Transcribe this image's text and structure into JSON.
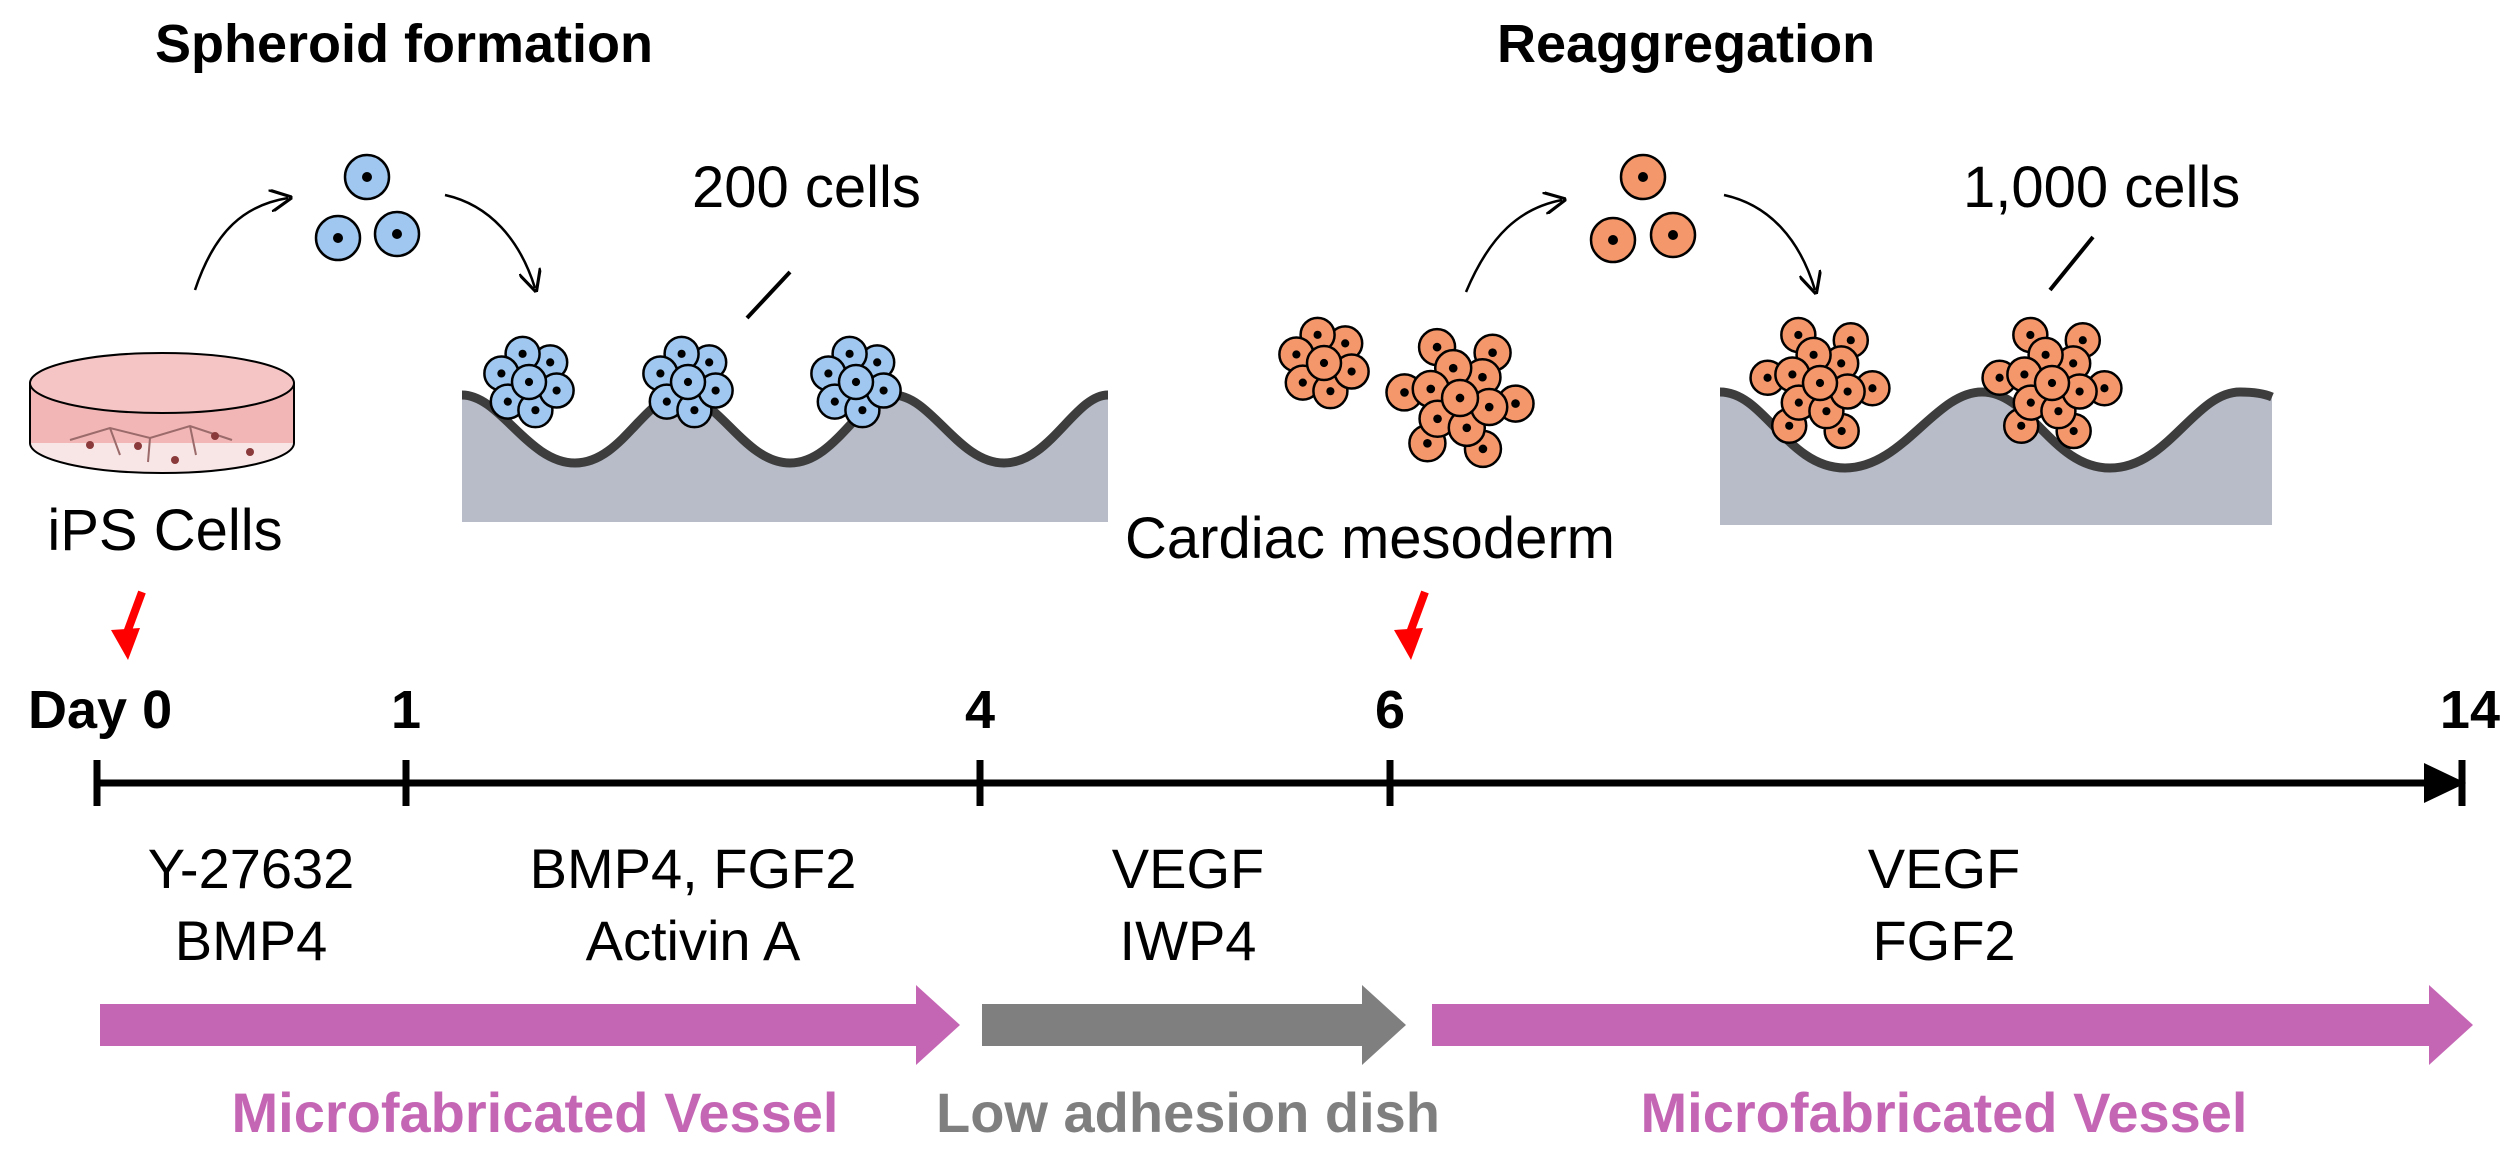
{
  "headings": {
    "spheroid_formation": "Spheroid formation",
    "reaggregation": "Reaggregation"
  },
  "labels": {
    "ips_cells": "iPS Cells",
    "cells_200": "200 cells",
    "cells_1000": "1,000 cells",
    "cardiac_mesoderm": "Cardiac mesoderm"
  },
  "timeline": {
    "ticks": [
      {
        "label": "Day 0",
        "day": 0
      },
      {
        "label": "1",
        "day": 1
      },
      {
        "label": "4",
        "day": 4
      },
      {
        "label": "6",
        "day": 6
      },
      {
        "label": "14",
        "day": 14
      }
    ]
  },
  "treatments": [
    {
      "line1": "Y-27632",
      "line2": "BMP4"
    },
    {
      "line1": "BMP4, FGF2",
      "line2": "Activin A"
    },
    {
      "line1": "VEGF",
      "line2": "IWP4"
    },
    {
      "line1": "VEGF",
      "line2": "FGF2"
    }
  ],
  "culture": [
    {
      "label": "Microfabricated Vessel",
      "color": "#c566b5"
    },
    {
      "label": "Low adhesion dish",
      "color": "#7f7f7f"
    },
    {
      "label": "Microfabricated Vessel",
      "color": "#c566b5"
    }
  ],
  "colors": {
    "ips_cell_fill": "#9fc7ef",
    "mesoderm_cell_fill": "#f4976a",
    "marker_arrow": "#ff0000",
    "vessel_plate": "#b7bcc8",
    "dish_medium": "#f2b6b6"
  }
}
